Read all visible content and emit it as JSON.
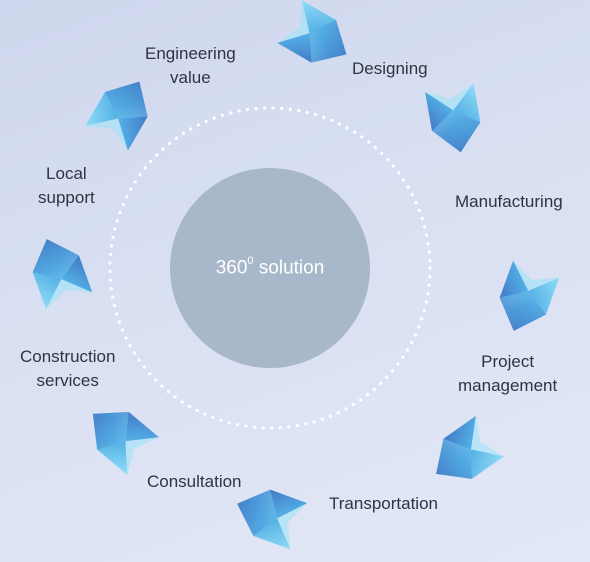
{
  "center": {
    "label_main": "360",
    "label_sup": "0",
    "label_rest": " solution"
  },
  "stages": [
    {
      "id": "engineering-value",
      "lines": [
        "Engineering",
        "value"
      ]
    },
    {
      "id": "designing",
      "lines": [
        "Designing"
      ]
    },
    {
      "id": "manufacturing",
      "lines": [
        "Manufacturing"
      ]
    },
    {
      "id": "project-management",
      "lines": [
        "Project",
        "management"
      ]
    },
    {
      "id": "transportation",
      "lines": [
        "Transportation"
      ]
    },
    {
      "id": "consultation",
      "lines": [
        "Consultation"
      ]
    },
    {
      "id": "construction-services",
      "lines": [
        "Construction",
        "services"
      ]
    },
    {
      "id": "local-support",
      "lines": [
        "Local",
        "support"
      ]
    }
  ],
  "colors": {
    "background": "#d6ddf0",
    "center_circle": "#a9b7cb",
    "dotted_ring": "#ffffff",
    "arrow_light": "#7fd0f2",
    "arrow_mid": "#4aa3de",
    "arrow_dark": "#3f5fb8",
    "text": "#2f3440"
  },
  "icons": [
    "arrow-icon"
  ]
}
